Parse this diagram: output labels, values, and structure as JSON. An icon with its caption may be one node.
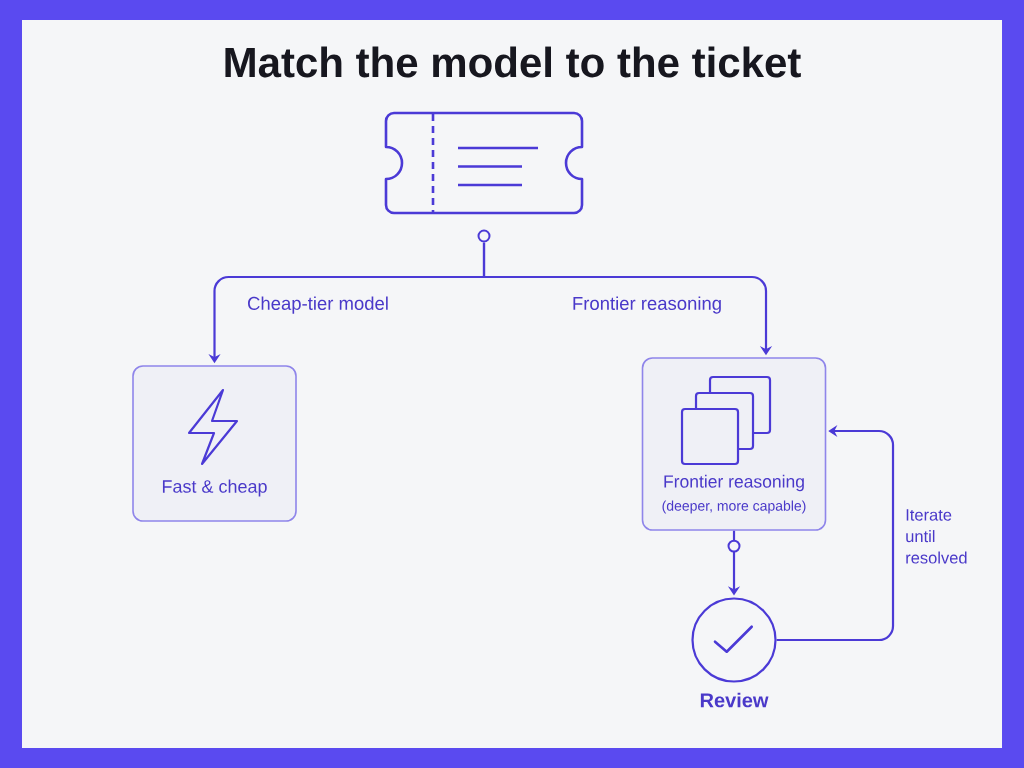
{
  "diagram": {
    "title": "Match the model to the ticket",
    "nodes": [
      {
        "text": [],
        "shape": "picture"
      },
      {
        "text": [
          "Fast & cheap"
        ]
      },
      {
        "text": [
          "Frontier reasoning",
          "(deeper, more capable)"
        ]
      },
      {
        "text": [
          "Review"
        ]
      }
    ],
    "edges": [
      {
        "from": 0,
        "to": 1,
        "arrow": "to",
        "label": "Cheap-tier model"
      },
      {
        "from": 0,
        "to": 2,
        "arrow": "to",
        "label": "Frontier reasoning"
      },
      {
        "from": 2,
        "to": 3,
        "arrow": "to"
      },
      {
        "from": 3,
        "to": 2,
        "arrow": "to",
        "label": "Iterate until resolved"
      }
    ]
  }
}
